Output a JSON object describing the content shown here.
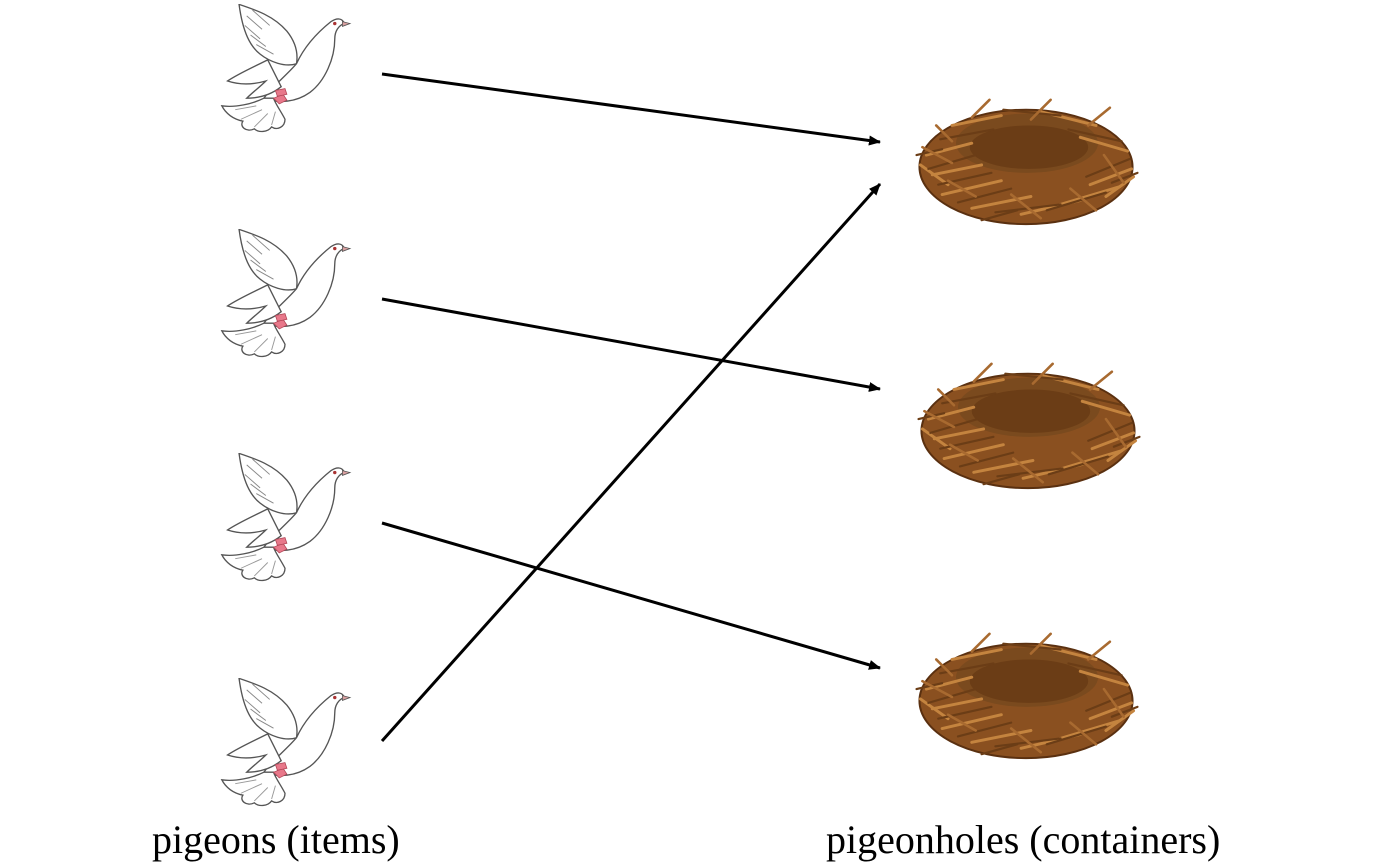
{
  "labels": {
    "pigeons": "pigeons (items)",
    "pigeonholes": "pigeonholes (containers)"
  },
  "colors": {
    "arrow": "#000000",
    "pigeon_body": "#ffffff",
    "pigeon_outline": "#555555",
    "pigeon_feet": "#e8788a",
    "nest_dark": "#6b3d16",
    "nest_mid": "#9a5b26",
    "nest_light": "#c4843f",
    "nest_cavity": "#7a4a1e"
  },
  "pigeons": [
    {
      "icon": "pigeon-icon"
    },
    {
      "icon": "pigeon-icon"
    },
    {
      "icon": "pigeon-icon"
    },
    {
      "icon": "pigeon-icon"
    }
  ],
  "nests": [
    {
      "icon": "nest-icon"
    },
    {
      "icon": "nest-icon"
    },
    {
      "icon": "nest-icon"
    }
  ],
  "mapping": [
    {
      "pigeon": 1,
      "nest": 1
    },
    {
      "pigeon": 2,
      "nest": 2
    },
    {
      "pigeon": 3,
      "nest": 3
    },
    {
      "pigeon": 4,
      "nest": 1
    }
  ]
}
